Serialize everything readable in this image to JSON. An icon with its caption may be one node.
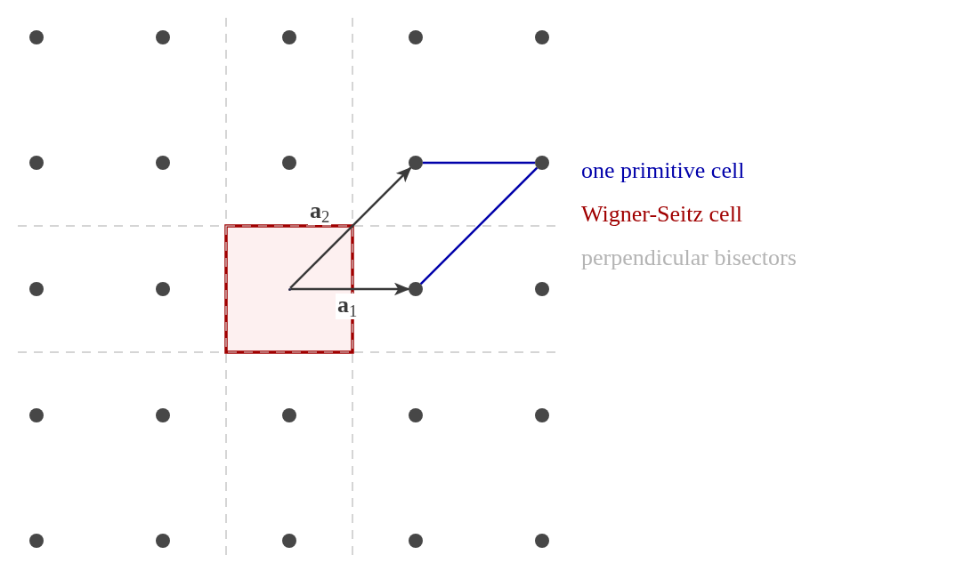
{
  "diagram": {
    "nodes": [
      {
        "text": [],
        "shape": "circle"
      },
      {
        "text": [],
        "shape": "circle"
      },
      {
        "text": [],
        "shape": "circle"
      },
      {
        "text": [],
        "shape": "circle"
      },
      {
        "text": [],
        "shape": "circle"
      },
      {
        "text": [],
        "shape": "circle"
      },
      {
        "text": [],
        "shape": "circle"
      },
      {
        "text": [],
        "shape": "circle"
      },
      {
        "text": [],
        "shape": "circle"
      },
      {
        "text": [],
        "shape": "circle"
      },
      {
        "text": [],
        "shape": "circle"
      },
      {
        "text": [],
        "shape": "circle"
      },
      {
        "text": [],
        "shape": "point"
      },
      {
        "text": [],
        "shape": "circle"
      },
      {
        "text": [],
        "shape": "circle"
      },
      {
        "text": [],
        "shape": "circle"
      },
      {
        "text": [],
        "shape": "circle"
      },
      {
        "text": [],
        "shape": "circle"
      },
      {
        "text": [],
        "shape": "circle"
      },
      {
        "text": [],
        "shape": "circle"
      },
      {
        "text": [],
        "shape": "circle"
      },
      {
        "text": [],
        "shape": "circle"
      },
      {
        "text": [],
        "shape": "circle"
      },
      {
        "text": [],
        "shape": "circle"
      },
      {
        "text": [],
        "shape": "circle"
      }
    ],
    "edges": [
      {
        "from": 12,
        "to": 13,
        "arrow": "to",
        "label": "**a**$_{1}$"
      },
      {
        "from": 12,
        "to": 8,
        "arrow": "to",
        "label": "**a**$_{2}$"
      },
      {
        "from": 8,
        "to": 9,
        "arrow": "none",
        "color": "#0000aa"
      },
      {
        "from": 9,
        "to": 13,
        "arrow": "none",
        "color": "#0000aa"
      }
    ],
    "legend": [
      {
        "text": "one primitive cell",
        "color": "#0000aa"
      },
      {
        "text": "Wigner-Seitz cell",
        "color": "#a00000"
      },
      {
        "text": "perpendicular bisectors",
        "color": "#b4b4b4"
      }
    ]
  }
}
